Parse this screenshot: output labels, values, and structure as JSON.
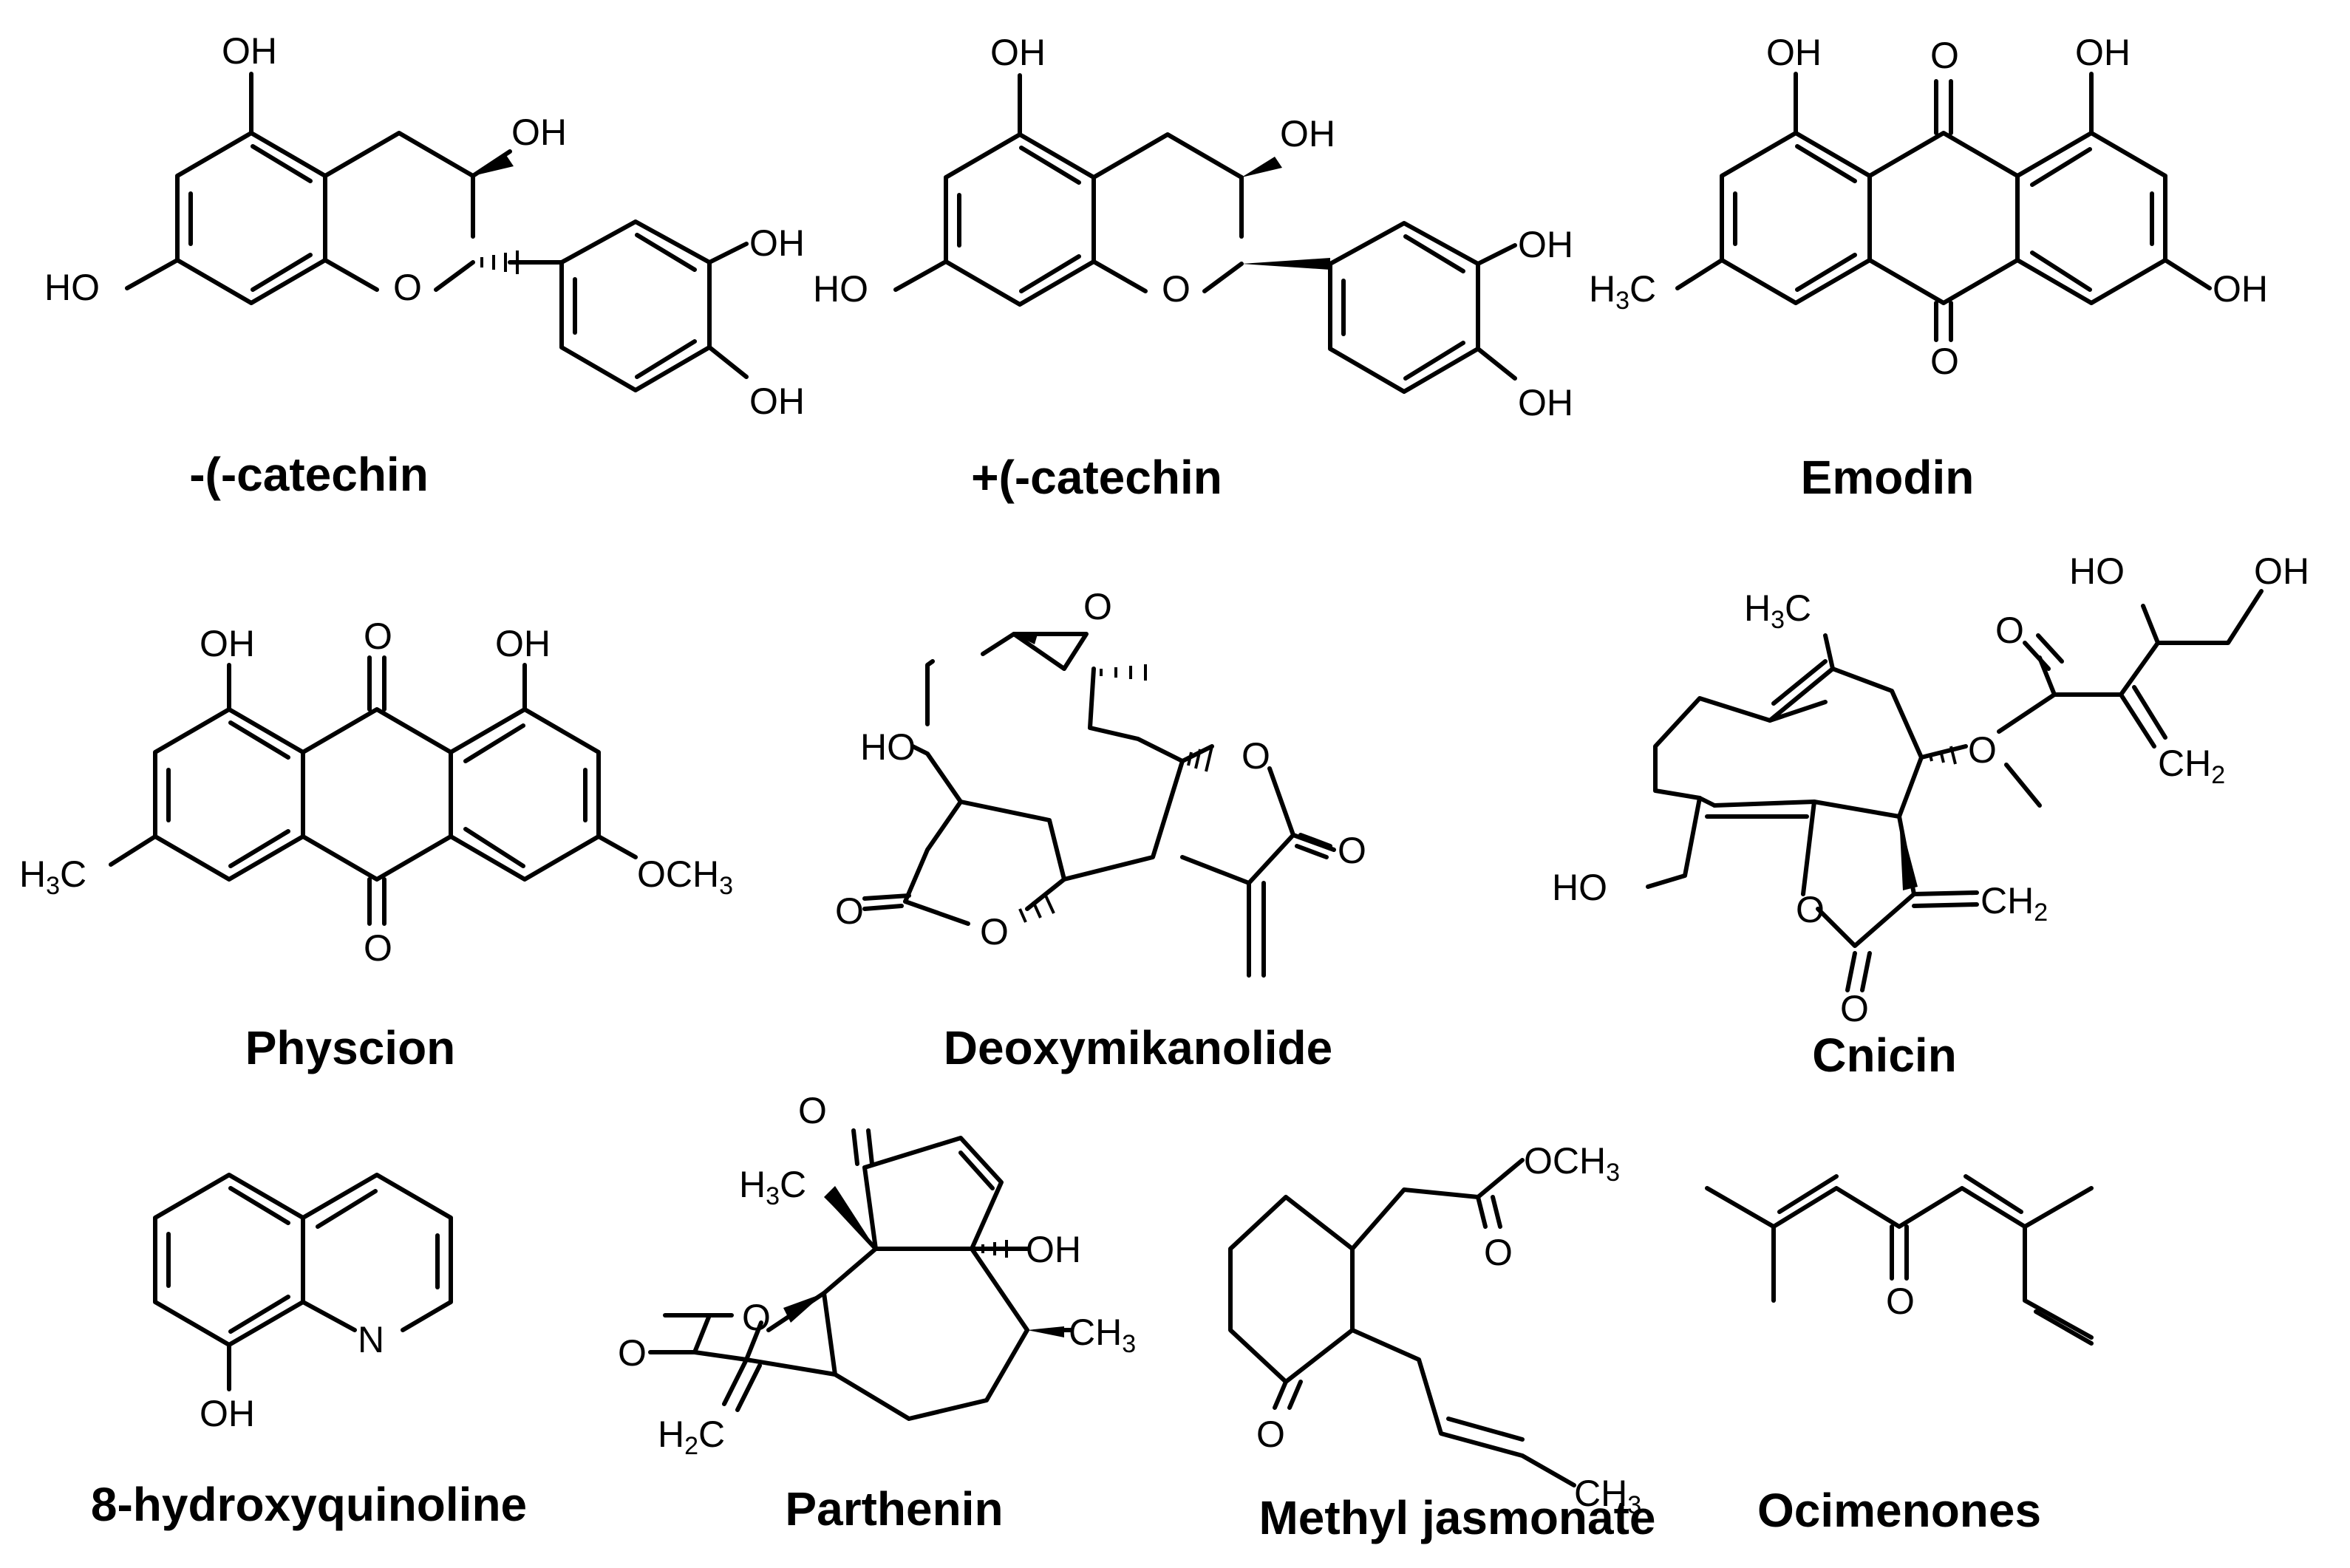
{
  "compounds": [
    {
      "name": "-(-catechin"
    },
    {
      "name": "+(-catechin"
    },
    {
      "name": "Emodin"
    },
    {
      "name": "Physcion"
    },
    {
      "name": "Deoxymikanolide"
    },
    {
      "name": "Cnicin"
    },
    {
      "name": "8-hydroxyquinoline"
    },
    {
      "name": "Parthenin"
    },
    {
      "name": "Methyl jasmonate"
    },
    {
      "name": "Ocimenones"
    }
  ],
  "atoms": {
    "OH": "OH",
    "HO": "HO",
    "O": "O",
    "N": "N",
    "H": "H",
    "C": "C",
    "CH": "CH",
    "OCH": "OCH",
    "n3": "3",
    "n2": "2"
  }
}
